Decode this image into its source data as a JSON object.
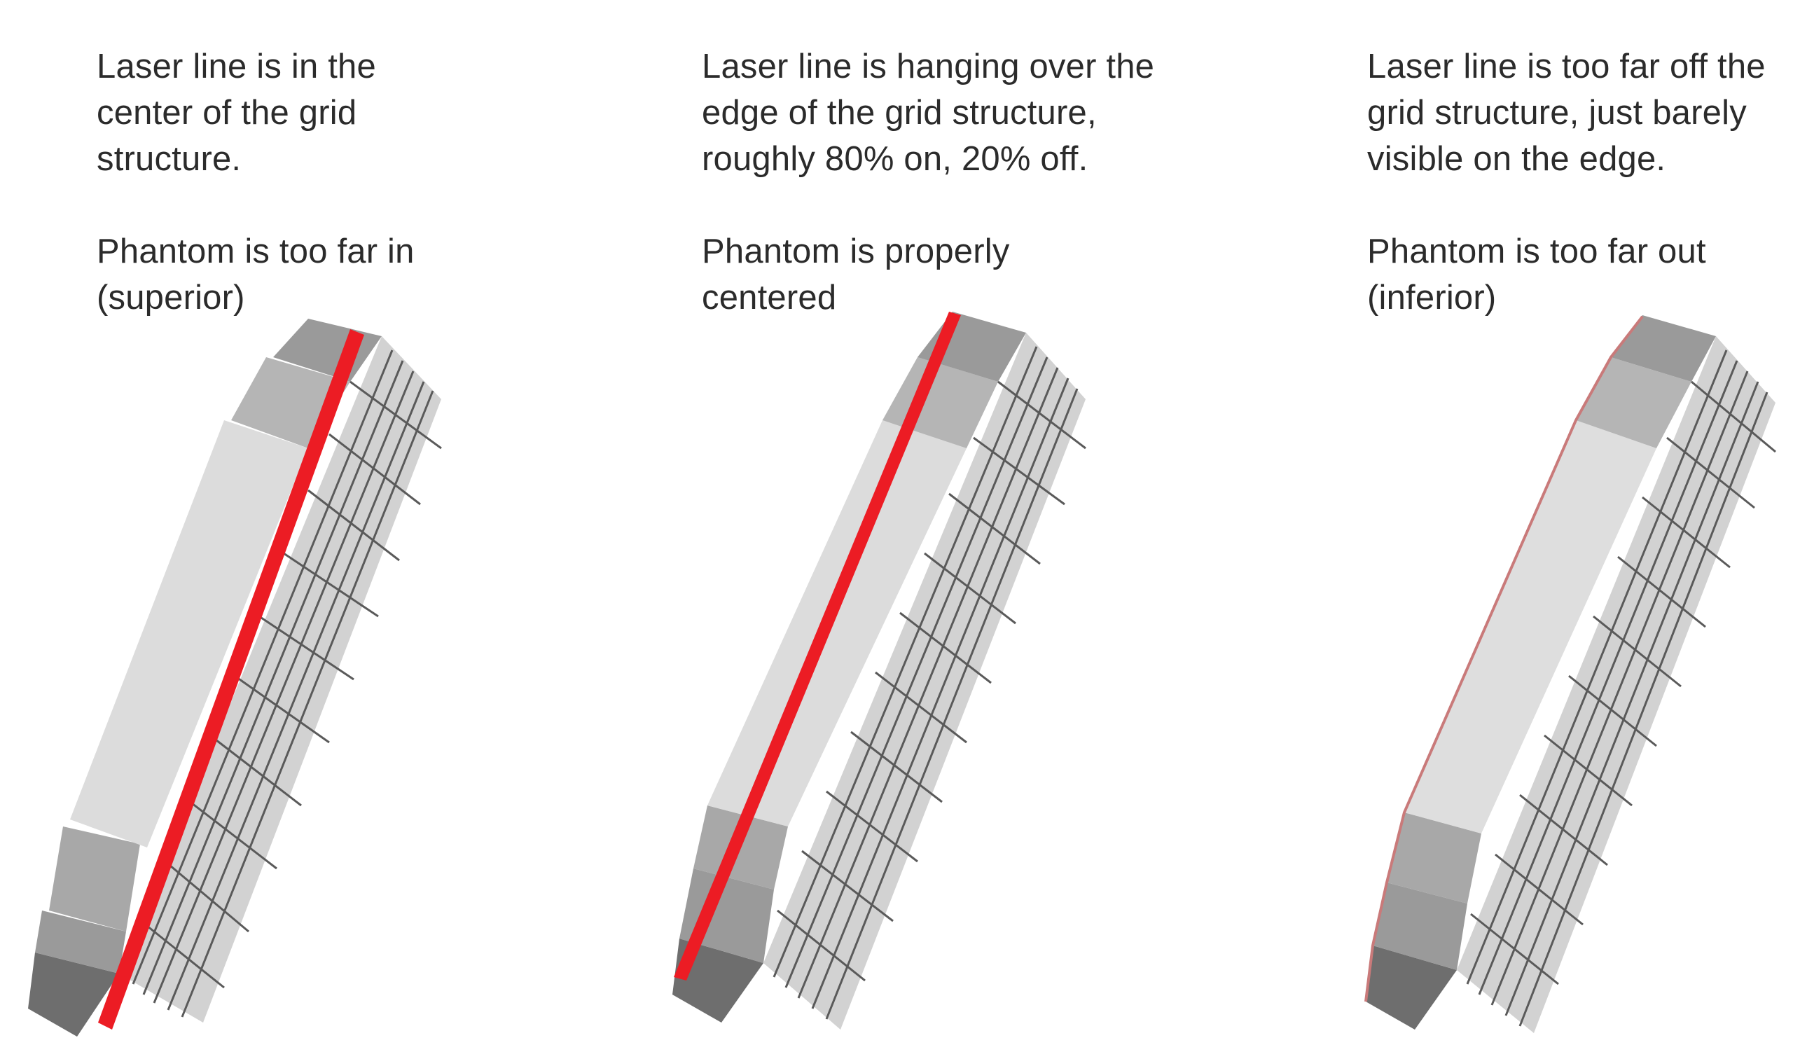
{
  "colors": {
    "laser": "#ec1c24",
    "laser_faint": "#c97a7a",
    "face_light": "#dedede",
    "face_mid": "#bdbdbd",
    "face_dark": "#8a8a8a",
    "grid_lines": "#5a5a5a",
    "text": "#2b2b2b"
  },
  "panels": [
    {
      "laser_text": "Laser line is in the\ncenter of the grid\nstructure.",
      "phantom_text": "Phantom is too far in\n(superior)",
      "laser_position": "center"
    },
    {
      "laser_text": "Laser line is hanging over the\nedge of the grid structure,\nroughly 80% on, 20% off.",
      "phantom_text": "Phantom is properly\ncentered",
      "laser_position": "edge-overhang"
    },
    {
      "laser_text": "Laser line is too far off the\ngrid structure, just barely\nvisible on the edge.",
      "phantom_text": "Phantom is too far out\n(inferior)",
      "laser_position": "barely-visible"
    }
  ]
}
